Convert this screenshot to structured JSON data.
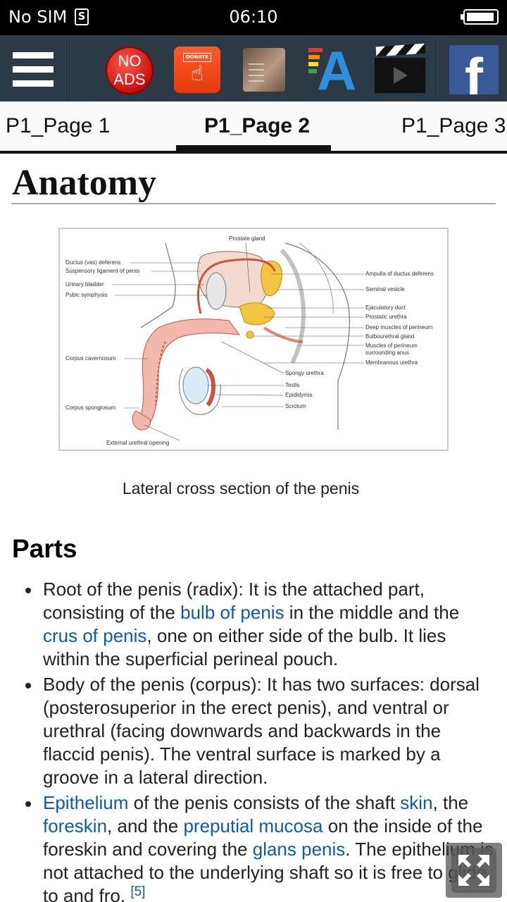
{
  "status_bar": {
    "carrier": "No SIM",
    "sim_indicator": "S",
    "time": "06:10"
  },
  "toolbar": {
    "no_ads_line1": "NO",
    "no_ads_line2": "ADS",
    "donate_label": "DONATE",
    "font_glyph": "A",
    "facebook_glyph": "f",
    "icons": [
      "menu-icon",
      "no-ads-icon",
      "donate-icon",
      "book-icon",
      "font-size-icon",
      "video-icon",
      "facebook-icon"
    ]
  },
  "tabs": [
    {
      "label": "P1_Page 1",
      "active": false
    },
    {
      "label": "P1_Page 2",
      "active": true
    },
    {
      "label": "P1_Page 3",
      "active": false
    }
  ],
  "article": {
    "title": "Anatomy",
    "figure": {
      "caption": "Lateral cross section of the penis",
      "labels_left": [
        "Ductus (vas) deferens",
        "Suspensory ligament of penis",
        "Urinary bladder",
        "Pubic symphysis",
        "Corpus cavernosum",
        "Corpus spongiosum",
        "External urethral opening"
      ],
      "label_top": "Prostate gland",
      "labels_right": [
        "Ampulla of ductus deferens",
        "Seminal vesicle",
        "Ejaculatory duct",
        "Prostatic urethra",
        "Deep muscles of perineum",
        "Bulbourethral gland",
        "Muscles of perineum",
        "surrounding anus",
        "Membranous urethra",
        "Spongy urethra",
        "Testis",
        "Epididymis",
        "Scrotum"
      ]
    },
    "section_title": "Parts",
    "items": [
      {
        "t1": "Root of the penis (radix): It is the attached part, consisting of the ",
        "l1": "bulb of penis",
        "t2": " in the middle and the ",
        "l2": "crus of penis",
        "t3": ", one on either side of the bulb. It lies within the superficial perineal pouch."
      },
      {
        "t1": "Body of the penis (corpus): It has two surfaces: dorsal (posterosuperior in the erect penis), and ventral or urethral (facing downwards and backwards in the flaccid penis). The ventral surface is marked by a groove in a lateral direction."
      },
      {
        "l1": "Epithelium",
        "t1": " of the penis consists of the shaft ",
        "l2": "skin",
        "t2": ", the ",
        "l3": "foreskin",
        "t3": ", and the ",
        "l4": "preputial mucosa",
        "t4": " on the inside of the foreskin and covering the ",
        "l5": "glans penis",
        "t5": ". The epithelium is not attached to the underlying shaft so it is free to glide to and fro.",
        "ref": "[5]"
      }
    ]
  },
  "colors": {
    "toolbar_bg": "#2b3a44",
    "link": "#0b5cad",
    "tissue_pink": "#f2b7ad",
    "tissue_red": "#c9553f",
    "gland_yellow": "#f4c542"
  }
}
